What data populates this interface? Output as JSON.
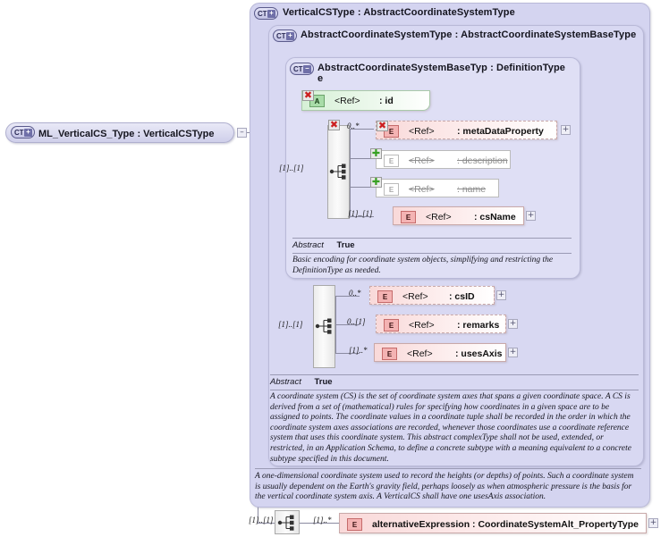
{
  "diagram": {
    "kind": "xsd-complextype-diagram",
    "root_node": {
      "label": "ML_VerticalCS_Type : VerticalCSType",
      "badge": "CT",
      "badge_state": "+",
      "collapse_button": "–"
    },
    "containers": [
      {
        "id": "verticalcstype",
        "badge": "CT",
        "badge_state": "+",
        "title": "VerticalCSType : AbstractCoordinateSystemType"
      },
      {
        "id": "abstractcoordinatesystemtype",
        "badge": "CT",
        "badge_state": "+",
        "title": "AbstractCoordinateSystemType : AbstractCoordinateSystemBaseType"
      },
      {
        "id": "abstractcoordinatesystembasetype",
        "badge": "CT",
        "badge_state": "–",
        "title": "AbstractCoordinateSystemBaseTyp : DefinitionType",
        "title_wrap": "e"
      }
    ],
    "attribute_rows": [
      {
        "id": "id",
        "icon": "A",
        "ref": "<Ref>",
        "name": ": id",
        "marker": "prohibited",
        "marker_glyph": "✖",
        "state": "normal"
      }
    ],
    "element_groups": [
      {
        "id": "base-sequence",
        "compositor": "sequence",
        "compositor_marker": "prohibited",
        "compositor_marker_glyph": "✖",
        "occurs": "[1]..[1]",
        "rows": [
          {
            "id": "metaDataProperty",
            "icon": "E",
            "ref": "<Ref>",
            "name": ": metaDataProperty",
            "occurs": "0..*",
            "marker": "prohibited",
            "marker_glyph": "✖",
            "style": "dashed",
            "expand": "+"
          },
          {
            "id": "description",
            "icon": "E",
            "ref": "<Ref>",
            "name": ": description",
            "occurs": "",
            "marker": "added",
            "marker_glyph": "✚",
            "style": "prohibited",
            "expand": ""
          },
          {
            "id": "name",
            "icon": "E",
            "ref": "<Ref>",
            "name": ": name",
            "occurs": "",
            "marker": "added",
            "marker_glyph": "✚",
            "style": "prohibited",
            "expand": ""
          },
          {
            "id": "csName",
            "icon": "E",
            "ref": "<Ref>",
            "name": ": csName",
            "occurs": "[1]..[1]",
            "marker": "",
            "marker_glyph": "",
            "style": "solid",
            "expand": "+"
          }
        ]
      },
      {
        "id": "cs-sequence",
        "compositor": "sequence",
        "compositor_marker": "",
        "compositor_marker_glyph": "",
        "occurs": "[1]..[1]",
        "rows": [
          {
            "id": "csID",
            "icon": "E",
            "ref": "<Ref>",
            "name": ": csID",
            "occurs": "0..*",
            "marker": "",
            "marker_glyph": "",
            "style": "dashed",
            "expand": "+"
          },
          {
            "id": "remarks",
            "icon": "E",
            "ref": "<Ref>",
            "name": ": remarks",
            "occurs": "0..[1]",
            "marker": "",
            "marker_glyph": "",
            "style": "dashed",
            "expand": "+"
          },
          {
            "id": "usesAxis",
            "icon": "E",
            "ref": "<Ref>",
            "name": ": usesAxis",
            "occurs": "[1]..*",
            "marker": "",
            "marker_glyph": "",
            "style": "solid",
            "expand": "+"
          }
        ]
      },
      {
        "id": "alt-sequence",
        "compositor": "sequence",
        "compositor_marker": "",
        "compositor_marker_glyph": "",
        "occurs": "[1]..[1]",
        "rows": [
          {
            "id": "alternativeExpression",
            "icon": "E",
            "ref": "",
            "name": "alternativeExpression : CoordinateSystemAlt_PropertyType",
            "occurs": "[1]..*",
            "marker": "",
            "marker_glyph": "",
            "style": "solid",
            "expand": "+"
          }
        ]
      }
    ],
    "annotations": [
      {
        "id": "base-annot",
        "abstract_label": "Abstract",
        "abstract_value": "True",
        "documentation": "Basic encoding for coordinate system objects, simplifying and restricting the DefinitionType as needed."
      },
      {
        "id": "cs-annot",
        "abstract_label": "Abstract",
        "abstract_value": "True",
        "documentation": "A coordinate system (CS) is the set of coordinate system axes that spans a given coordinate space. A CS is derived from a set of (mathematical) rules for specifying how coordinates in a given space are to be assigned to points. The coordinate values in a coordinate tuple shall be recorded in the order in which the coordinate system axes associations are recorded, whenever those coordinates use a coordinate reference system that uses this coordinate system. This abstract complexType shall not be used, extended, or restricted, in an Application Schema, to define a concrete subtype with a meaning equivalent to a concrete subtype specified in this document."
      },
      {
        "id": "vertical-annot",
        "abstract_label": "",
        "abstract_value": "",
        "documentation": "A one-dimensional coordinate system used to record the heights (or depths) of points. Such a coordinate system is usually dependent on the Earth's gravity field, perhaps loosely as when atmospheric pressure is the basis for the vertical coordinate system axis. A VerticalCS shall have one usesAxis association."
      }
    ],
    "colors": {
      "container_outer": "#d4d4f0",
      "container_mid": "#d8d8f2",
      "container_inner": "#dfdff5",
      "element_fill": "#f9d9d9",
      "element_border": "#c9a9a9",
      "attribute_fill": "#d6f0d6",
      "attribute_border": "#a9c9a9",
      "prohibited_marker": "#cc2020",
      "added_marker": "#37a021",
      "connector_line": "#8a8aa0"
    }
  }
}
